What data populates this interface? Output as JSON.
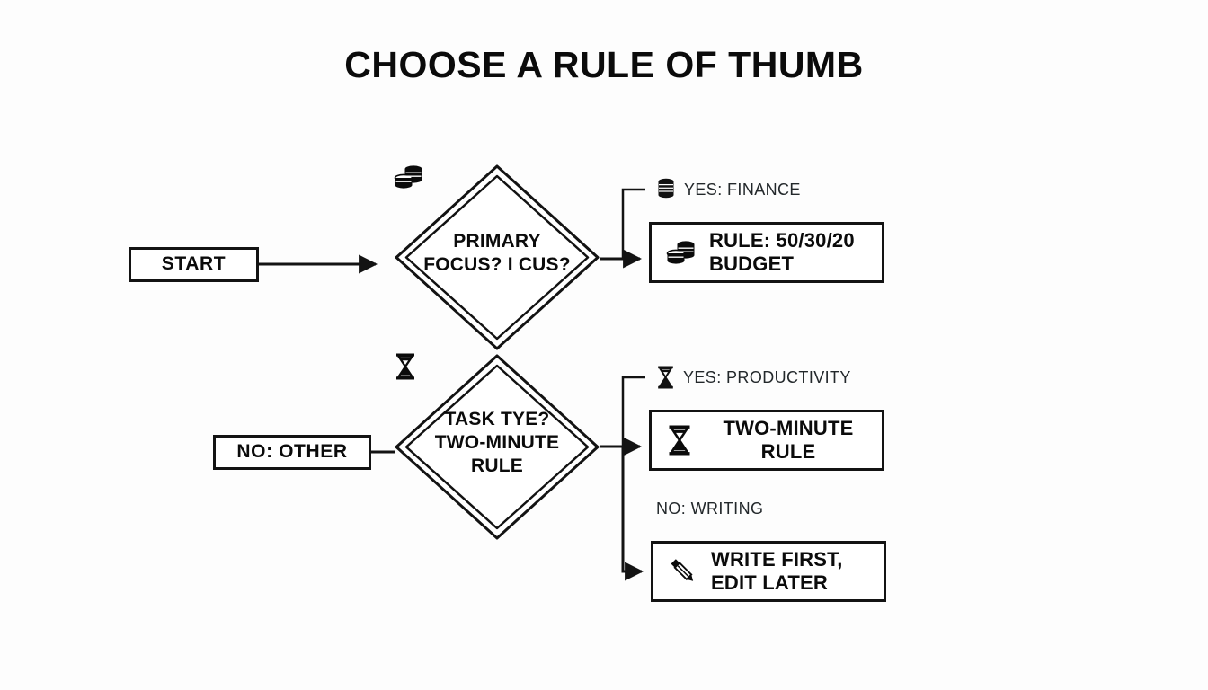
{
  "page": {
    "title": "CHOOSE A RULE OF THUMB",
    "background_color": "#fdfdfd",
    "ink_color": "#131313",
    "label_color": "#23282b"
  },
  "nodes": {
    "start": {
      "label": "START",
      "icon": "none",
      "shape": "rectangle"
    },
    "decision_1": {
      "label": "PRIMARY\nFOCUS? I CUS?",
      "icon": "coins-icon",
      "shape": "diamond"
    },
    "decision_2": {
      "label": "TASK TYE?\nTWO-MINUTE\nRULE",
      "icon": "hourglass-icon",
      "shape": "diamond"
    },
    "no_other": {
      "label": "NO: OTHER",
      "icon": "none",
      "shape": "rectangle"
    },
    "outcome_budget": {
      "label": "RULE: 50/30/20\nBUDGET",
      "icon": "coins-icon",
      "shape": "rectangle"
    },
    "outcome_two_minute": {
      "label": "TWO-MINUTE\nRULE",
      "icon": "hourglass-icon",
      "shape": "rectangle"
    },
    "outcome_write_first": {
      "label": "WRITE FIRST,\nEDIT LATER",
      "icon": "pencil-icon",
      "shape": "rectangle"
    }
  },
  "branch_labels": {
    "yes_finance": {
      "text": "YES: FINANCE",
      "icon": "coins-icon"
    },
    "yes_productivity": {
      "text": "YES: PRODUCTIVITY",
      "icon": "hourglass-icon"
    },
    "no_writing": {
      "text": "NO: WRITING",
      "icon": "none"
    }
  },
  "chart_data": {
    "type": "diagram",
    "title": "CHOOSE A RULE OF THUMB",
    "flow": [
      {
        "from": "START",
        "to": "PRIMARY FOCUS? I CUS?",
        "label": "",
        "arrow": true
      },
      {
        "from": "PRIMARY FOCUS? I CUS?",
        "to": "RULE: 50/30/20 BUDGET",
        "label": "YES: FINANCE",
        "arrow": true
      },
      {
        "from": "NO: OTHER",
        "to": "TASK TYE? TWO-MINUTE RULE",
        "label": "",
        "arrow": false
      },
      {
        "from": "TASK TYE? TWO-MINUTE RULE",
        "to": "TWO-MINUTE RULE",
        "label": "YES: PRODUCTIVITY",
        "arrow": true
      },
      {
        "from": "TASK TYE? TWO-MINUTE RULE",
        "to": "WRITE FIRST, EDIT LATER",
        "label": "NO: WRITING",
        "arrow": true
      }
    ]
  }
}
